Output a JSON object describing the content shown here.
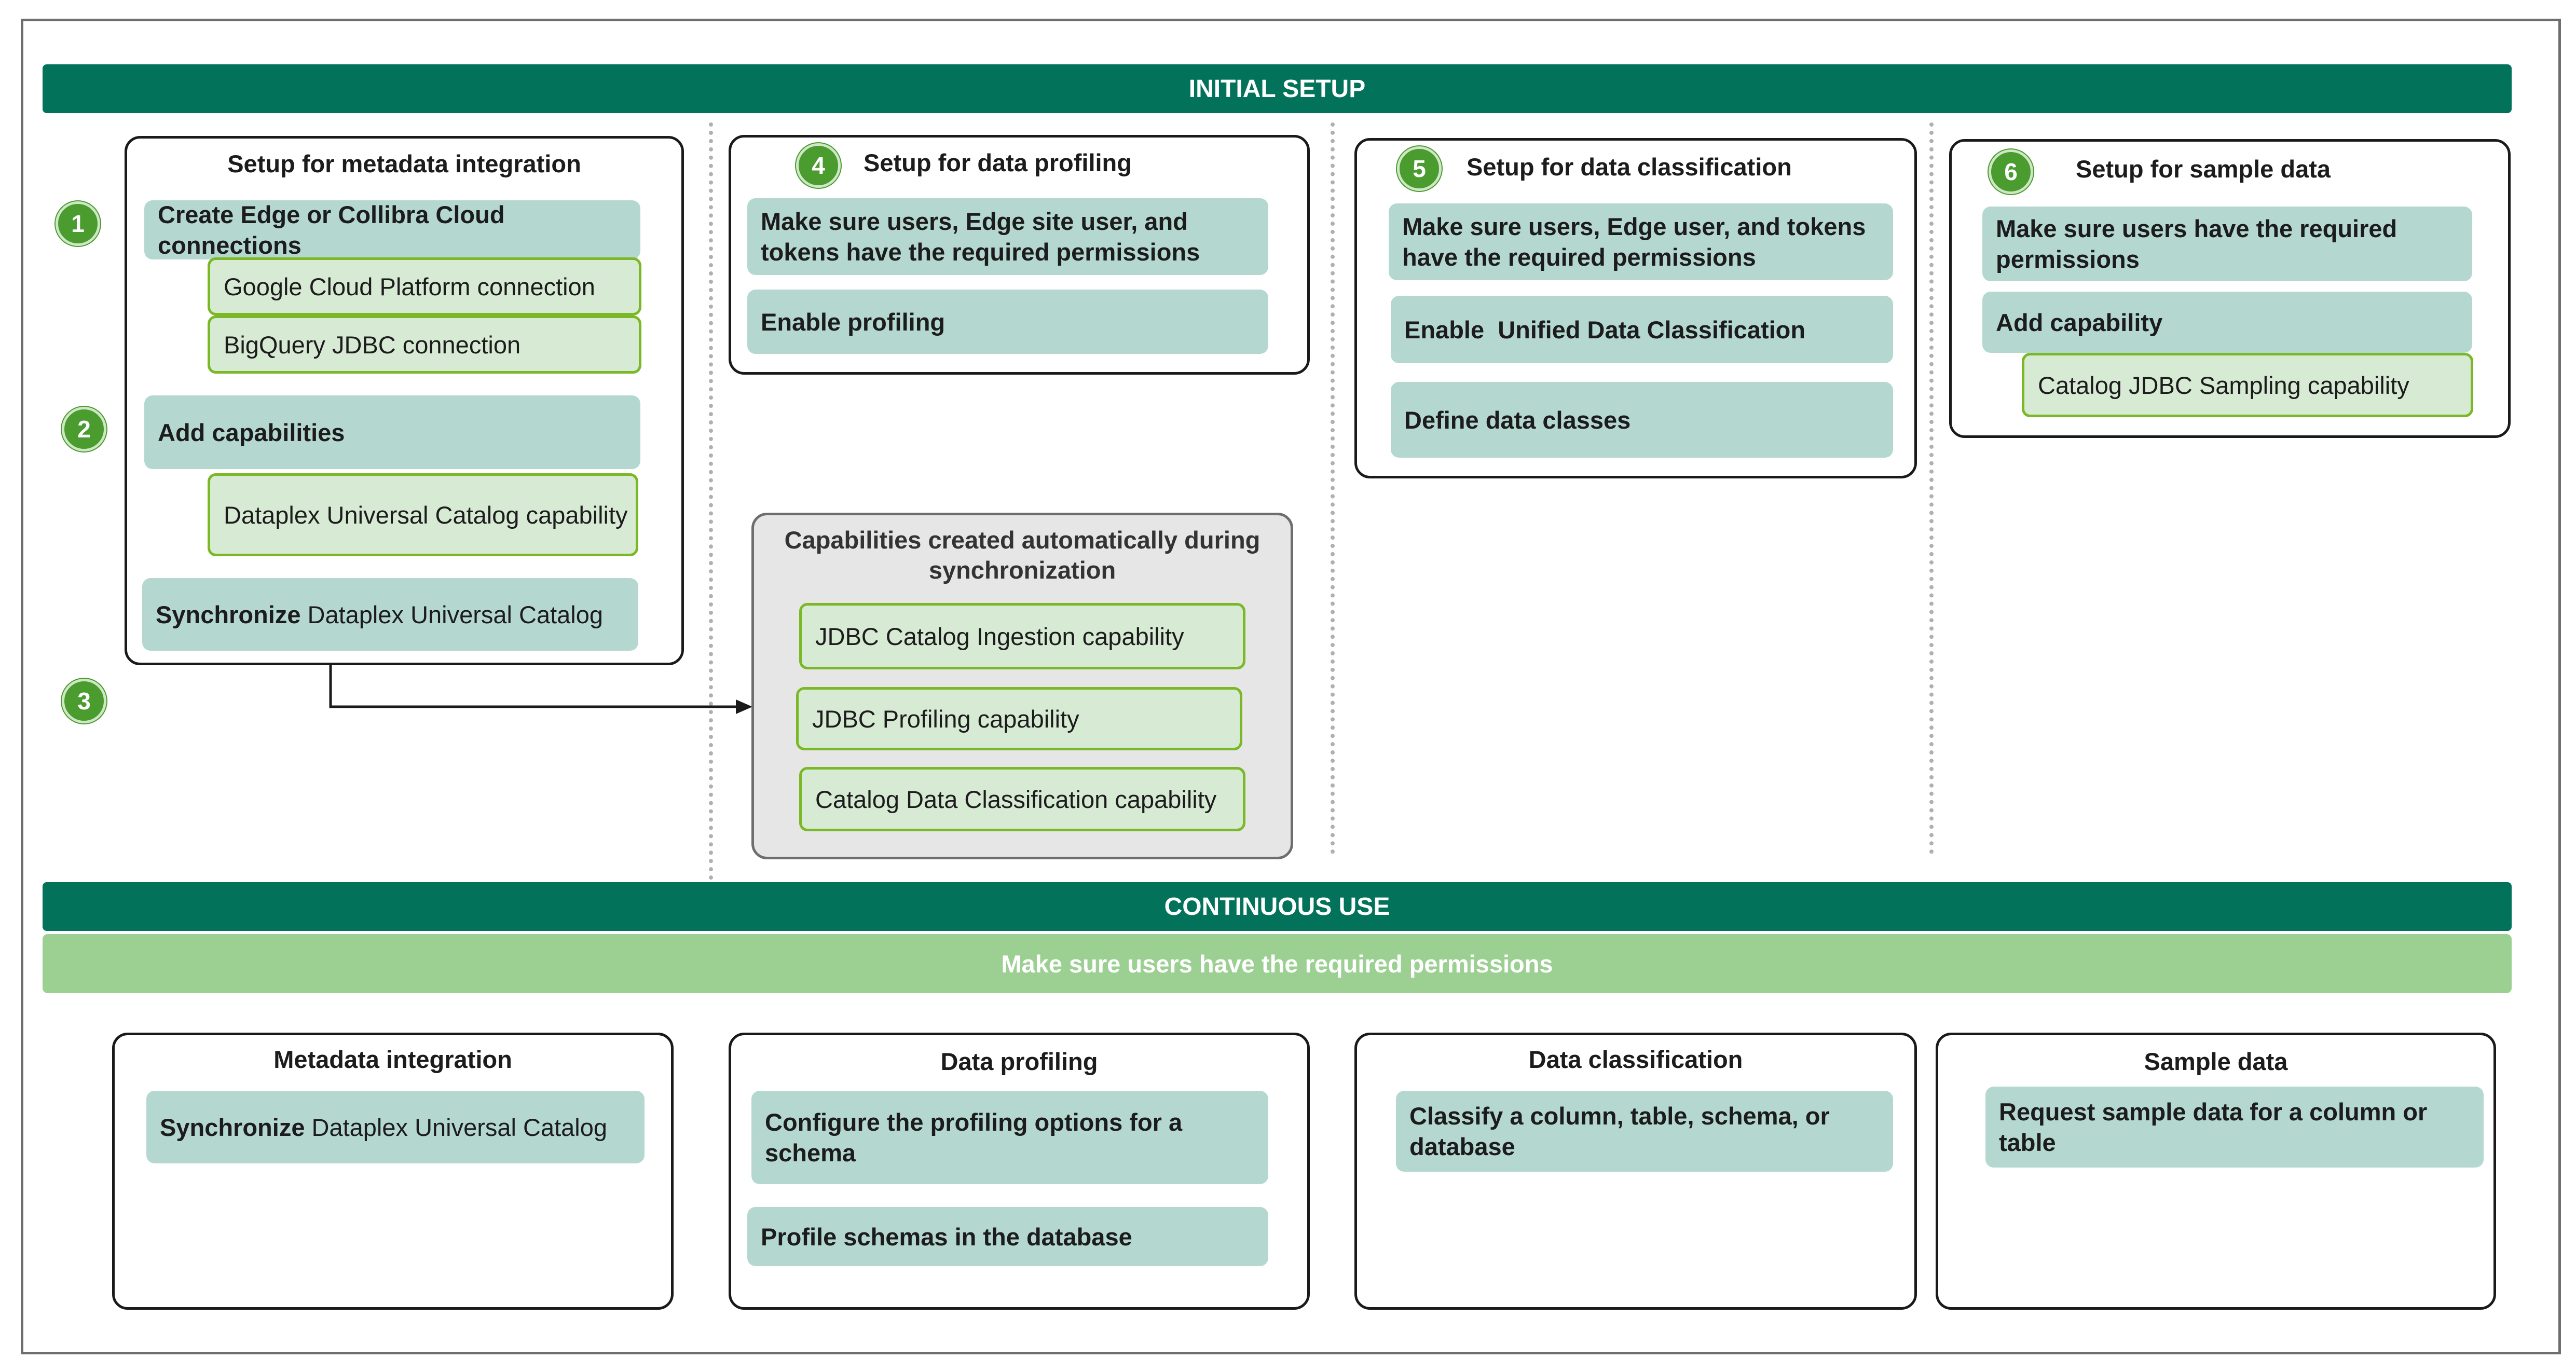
{
  "initial_setup": {
    "band_label": "INITIAL SETUP",
    "metadata": {
      "title": "Setup for metadata integration",
      "step1": "1",
      "create_connections": "Create Edge or Collibra Cloud connections",
      "gcp_connection": "Google Cloud Platform connection",
      "bigquery_connection": "BigQuery JDBC connection",
      "step2": "2",
      "add_capabilities": "Add capabilities",
      "dataplex_capability": "Dataplex Universal Catalog capability",
      "sync_bold": "Synchronize",
      "sync_rest": " Dataplex Universal Catalog",
      "step3": "3"
    },
    "auto_capabilities": {
      "title": "Capabilities created automatically during synchronization",
      "items": [
        "JDBC Catalog Ingestion capability",
        "JDBC Profiling capability",
        "Catalog Data Classification capability"
      ]
    },
    "profiling": {
      "step": "4",
      "title": "Setup for data profiling",
      "items": [
        "Make sure users, Edge site user, and tokens have the required permissions",
        "Enable profiling"
      ]
    },
    "classification": {
      "step": "5",
      "title": "Setup for data classification",
      "items": [
        "Make sure users, Edge user, and tokens have the required permissions",
        "Enable  Unified Data Classification",
        "Define data classes"
      ]
    },
    "sample": {
      "step": "6",
      "title": "Setup for sample data",
      "items": [
        "Make sure users have the required permissions",
        "Add capability"
      ],
      "capability": "Catalog JDBC Sampling capability"
    }
  },
  "continuous_use": {
    "band_label": "CONTINUOUS USE",
    "permissions_label": "Make sure users have the required permissions",
    "metadata": {
      "title": "Metadata integration",
      "sync_bold": "Synchronize",
      "sync_rest": " Dataplex Universal Catalog"
    },
    "profiling": {
      "title": "Data profiling",
      "items": [
        "Configure the profiling options for a schema",
        "Profile schemas in the database"
      ]
    },
    "classification": {
      "title": "Data classification",
      "items": [
        "Classify a column, table, schema, or database"
      ]
    },
    "sample": {
      "title": "Sample data",
      "items": [
        "Request sample data for a column or table"
      ]
    }
  },
  "colors": {
    "band": "#02735a",
    "band_light": "#9bd092",
    "teal_box": "#b4d8d0",
    "green_box": "#d7ead4",
    "green_border": "#7bb827",
    "step_badge": "#4a9c2f"
  }
}
